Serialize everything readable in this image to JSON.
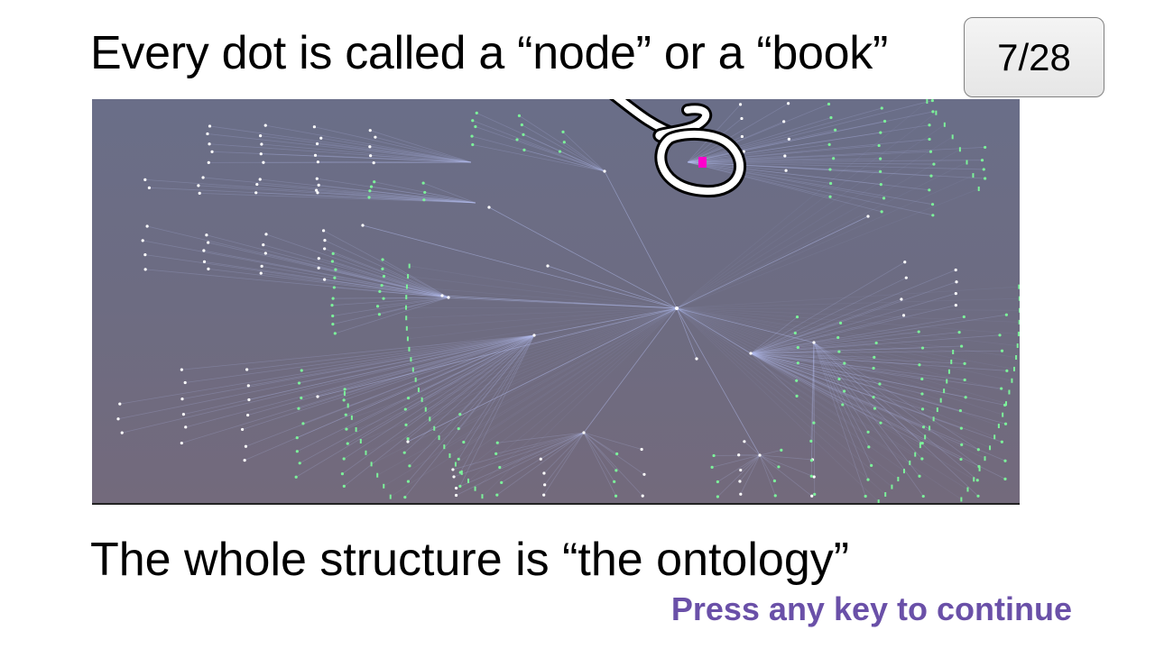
{
  "slide": {
    "title": "Every dot is called a “node” or a “book”",
    "page_counter": "7/28",
    "subtitle": "The whole structure is “the ontology”",
    "continue_prompt": "Press any key to continue"
  },
  "visualization": {
    "description_icon": "ontology-tree-graph",
    "colors": {
      "background": "#6c6c84",
      "edge": "#b4bef0",
      "node_leaf": "#7cf29a",
      "node_hub": "#ffffff",
      "highlight_node": "#ff00cc",
      "annotation_stroke": "#ffffff",
      "annotation_outline": "#000000"
    }
  },
  "colors": {
    "prompt": "#6a50a8",
    "text": "#000000"
  }
}
